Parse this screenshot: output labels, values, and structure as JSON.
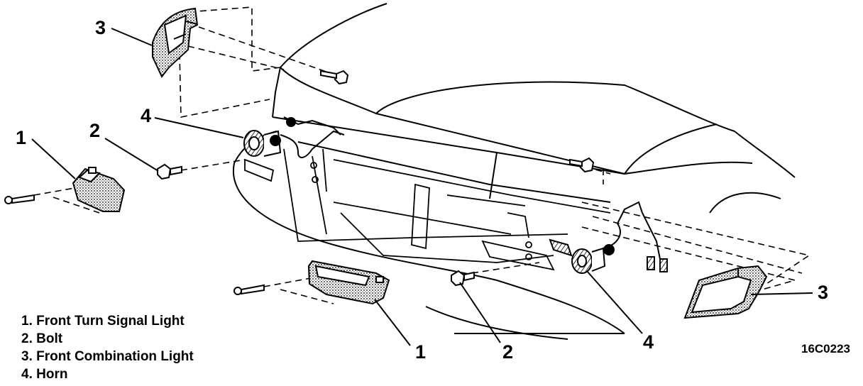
{
  "callouts": {
    "turn_signal_left": "1",
    "turn_signal_right": "1",
    "bolt_left": "2",
    "bolt_right": "2",
    "combination_light_left": "3",
    "combination_light_right": "3",
    "horn_left": "4",
    "horn_right": "4"
  },
  "legend": {
    "items": [
      "1. Front Turn Signal Light",
      "2. Bolt",
      "3. Front Combination Light",
      "4. Horn"
    ]
  },
  "figure_code": "16C0223"
}
